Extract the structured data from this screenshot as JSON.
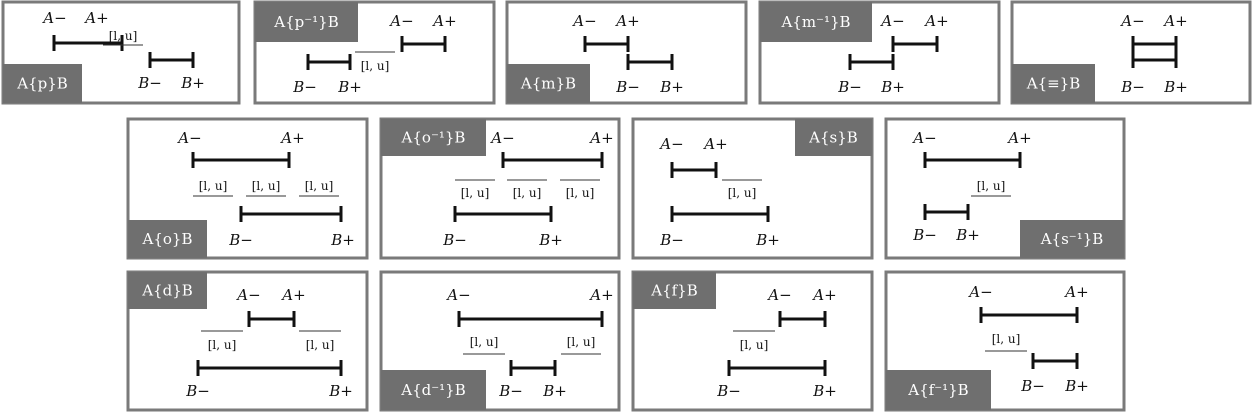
{
  "labels": {
    "a_minus": "A−",
    "a_plus": "A+",
    "b_minus": "B−",
    "b_plus": "B+",
    "gap": "[l, u]"
  },
  "relations": [
    {
      "id": "p",
      "name": "A{p}B"
    },
    {
      "id": "pi",
      "name": "A{p⁻¹}B"
    },
    {
      "id": "m",
      "name": "A{m}B"
    },
    {
      "id": "mi",
      "name": "A{m⁻¹}B"
    },
    {
      "id": "eq",
      "name": "A{≡}B"
    },
    {
      "id": "o",
      "name": "A{o}B"
    },
    {
      "id": "oi",
      "name": "A{o⁻¹}B"
    },
    {
      "id": "s",
      "name": "A{s}B"
    },
    {
      "id": "si",
      "name": "A{s⁻¹}B"
    },
    {
      "id": "d",
      "name": "A{d}B"
    },
    {
      "id": "di",
      "name": "A{d⁻¹}B"
    },
    {
      "id": "f",
      "name": "A{f}B"
    },
    {
      "id": "fi",
      "name": "A{f⁻¹}B"
    }
  ]
}
